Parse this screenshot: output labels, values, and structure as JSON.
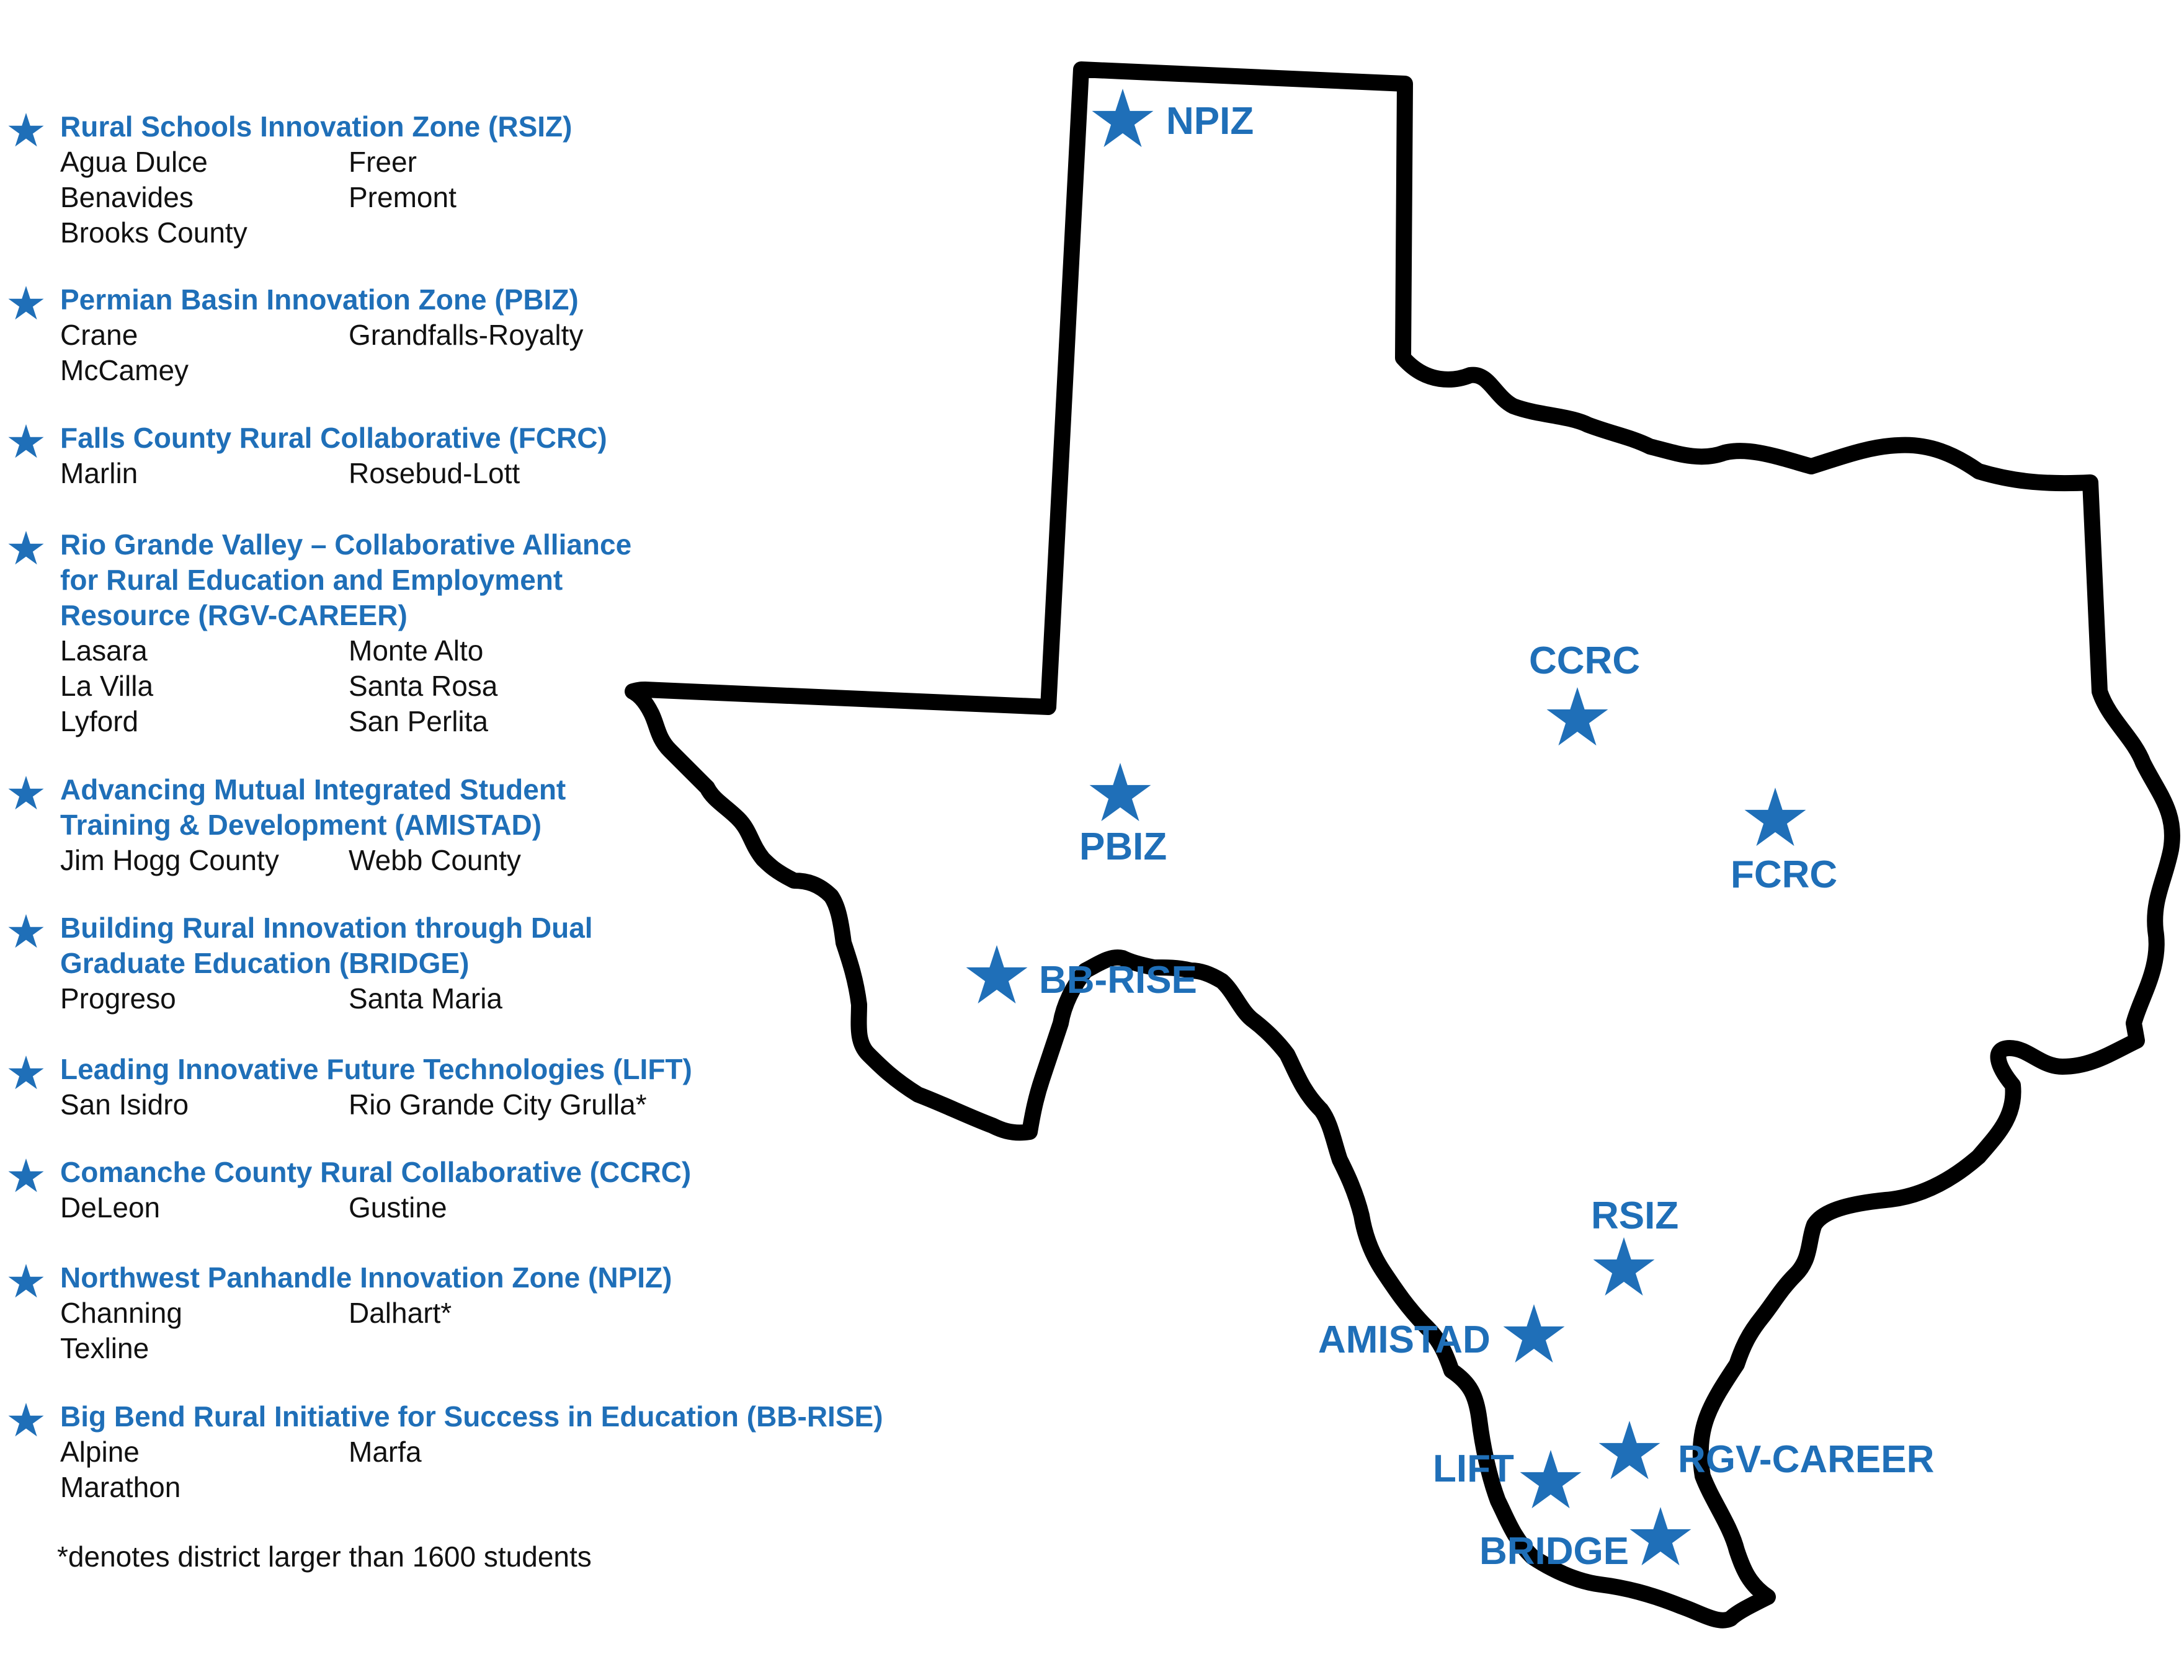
{
  "legend": [
    {
      "title_lines": [
        "Rural Schools Innovation Zone (RSIZ)"
      ],
      "districts": [
        "Agua Dulce",
        "Freer",
        "Benavides",
        "Premont",
        "Brooks County"
      ]
    },
    {
      "title_lines": [
        "Permian Basin Innovation Zone (PBIZ)"
      ],
      "districts": [
        "Crane",
        "Grandfalls-Royalty",
        "McCamey"
      ]
    },
    {
      "title_lines": [
        "Falls County Rural Collaborative (FCRC)"
      ],
      "districts": [
        "Marlin",
        "Rosebud-Lott"
      ]
    },
    {
      "title_lines": [
        "Rio Grande Valley – Collaborative Alliance",
        "for Rural Education and Employment",
        "Resource (RGV-CAREER)"
      ],
      "districts": [
        "Lasara",
        "Monte Alto",
        "La Villa",
        "Santa Rosa",
        "Lyford",
        "San Perlita"
      ]
    },
    {
      "title_lines": [
        "Advancing Mutual Integrated Student",
        "Training & Development (AMISTAD)"
      ],
      "districts": [
        "Jim Hogg County",
        "Webb County"
      ]
    },
    {
      "title_lines": [
        "Building Rural Innovation through Dual",
        "Graduate Education (BRIDGE)"
      ],
      "districts": [
        "Progreso",
        "Santa Maria"
      ]
    },
    {
      "title_lines": [
        "Leading Innovative Future Technologies (LIFT)"
      ],
      "districts": [
        "San Isidro",
        "Rio Grande City Grulla*"
      ]
    },
    {
      "title_lines": [
        "Comanche County Rural Collaborative (CCRC)"
      ],
      "districts": [
        "DeLeon",
        "Gustine"
      ]
    },
    {
      "title_lines": [
        "Northwest Panhandle Innovation Zone (NPIZ)"
      ],
      "districts": [
        "Channing",
        "Dalhart*",
        "Texline"
      ]
    },
    {
      "title_lines": [
        "Big Bend Rural Initiative for Success in Education (BB-RISE)"
      ],
      "districts": [
        "Alpine",
        "Marfa",
        "Marathon"
      ]
    }
  ],
  "footnote": "*denotes district larger than 1600 students",
  "map_labels": {
    "npiz": "NPIZ",
    "ccrc": "CCRC",
    "pbiz": "PBIZ",
    "fcrc": "FCRC",
    "bbrise": "BB-RISE",
    "rsiz": "RSIZ",
    "amistad": "AMISTAD",
    "rgvcareer": "RGV-CAREER",
    "lift": "LIFT",
    "bridge": "BRIDGE"
  },
  "colors": {
    "accent": "#1f6fb8",
    "outline": "#000000",
    "text": "#111111"
  },
  "icons": {
    "marker": "star-icon"
  }
}
